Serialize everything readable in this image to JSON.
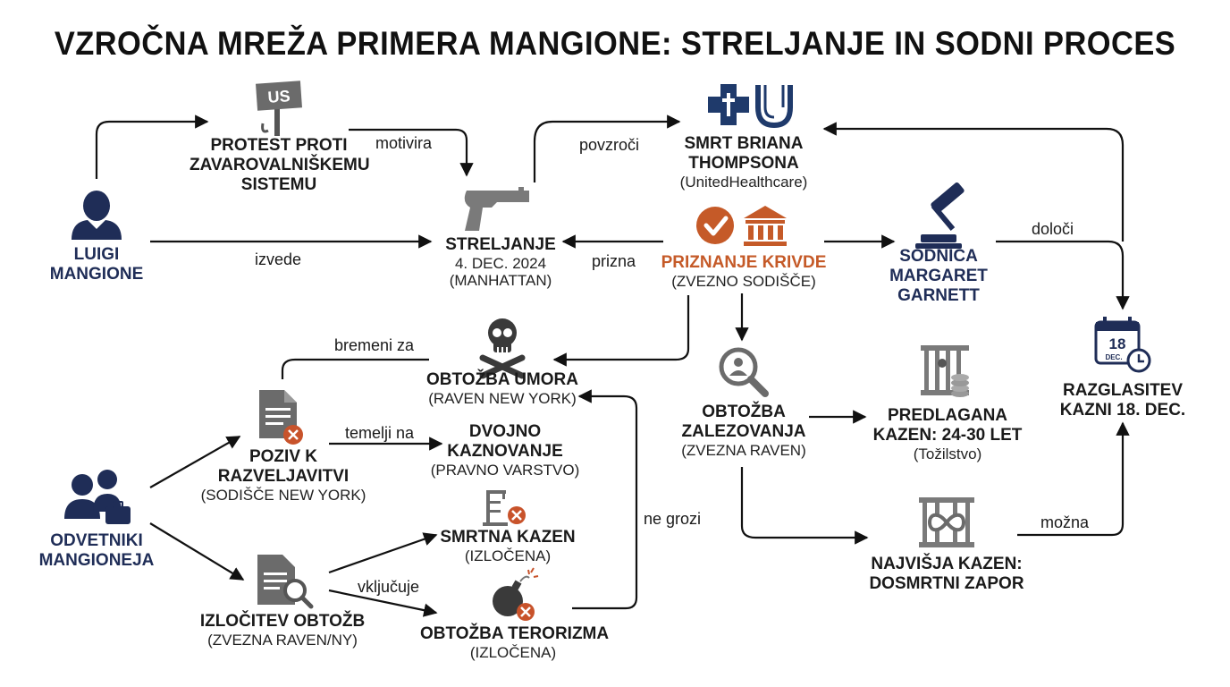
{
  "title": "VZROČNA MREŽA PRIMERA MANGIONE: STRELJANJE IN SODNI PROCES",
  "colors": {
    "navy": "#1f2d57",
    "orange": "#c55a28",
    "gray": "#6b6b6b",
    "red": "#c8532b",
    "arrow": "#111111"
  },
  "nodes": {
    "mangione": {
      "title1": "LUIGI",
      "title2": "MANGIONE",
      "icon": "person-icon"
    },
    "protest": {
      "title1": "PROTEST PROTI",
      "title2": "ZAVAROVALNIŠKEMU",
      "title3": "SISTEMU",
      "sign_text": "US",
      "icon": "protest-sign-icon"
    },
    "shooting": {
      "title": "STRELJANJE",
      "sub1": "4. DEC. 2024",
      "sub2": "(MANHATTAN)",
      "icon": "handgun-icon"
    },
    "death": {
      "title1": "SMRT BRIANA",
      "title2": "THOMPSONA",
      "sub": "(UnitedHealthcare)",
      "icon": "unitedhealthcare-logo-icon"
    },
    "plea": {
      "title": "PRIZNANJE KRIVDE",
      "sub": "(ZVEZNO SODIŠČE)",
      "icon": "checkmark-courthouse-icon"
    },
    "judge": {
      "title1": "SODNICA",
      "title2": "MARGARET",
      "title3": "GARNETT",
      "icon": "gavel-icon"
    },
    "sentencing": {
      "title1": "RAZGLASITEV",
      "title2": "KAZNI 18. DEC.",
      "cal_day": "18",
      "cal_month": "DEC.",
      "icon": "calendar-clock-icon"
    },
    "murder": {
      "title": "OBTOŽBA UMORA",
      "sub": "(RAVEN NEW YORK)",
      "icon": "skull-crossbones-icon"
    },
    "stalking": {
      "title1": "OBTOŽBA",
      "title2": "ZALEZOVANJA",
      "sub": "(ZVEZNA RAVEN)",
      "icon": "magnifier-person-icon"
    },
    "proposed": {
      "title1": "PREDLAGANA",
      "title2": "KAZEN: 24-30 LET",
      "sub": "(Tožilstvo)",
      "icon": "prison-bars-icon"
    },
    "lawyers": {
      "title1": "ODVETNIKI",
      "title2": "MANGIONEJA",
      "icon": "lawyers-icon"
    },
    "motion": {
      "title1": "POZIV K",
      "title2": "RAZVELJAVITVI",
      "sub": "(SODIŠČE NEW YORK)",
      "icon": "document-x-icon"
    },
    "double": {
      "title1": "DVOJNO",
      "title2": "KAZNOVANJE",
      "sub": "(PRAVNO VARSTVO)"
    },
    "death_penalty": {
      "title": "SMRTNA KAZEN",
      "sub": "(IZLOČENA)",
      "icon": "gallows-x-icon"
    },
    "dismissal": {
      "title": "IZLOČITEV OBTOŽB",
      "sub": "(ZVEZNA RAVEN/NY)",
      "icon": "document-search-icon"
    },
    "terror": {
      "title": "OBTOŽBA TERORIZMA",
      "sub": "(IZLOČENA)",
      "icon": "bomb-x-icon"
    },
    "life": {
      "title1": "NAJVIŠJA KAZEN:",
      "title2": "DOSMRTNI ZAPOR",
      "icon": "infinity-bars-icon"
    }
  },
  "edges": {
    "motivira": "motivira",
    "izvede": "izvede",
    "povzroci": "povzroči",
    "prizna": "prizna",
    "doloci": "določi",
    "bremeni": "bremeni za",
    "temelji": "temelji na",
    "vkljucuje": "vključuje",
    "ne_grozi": "ne grozi",
    "mozna": "možna"
  }
}
